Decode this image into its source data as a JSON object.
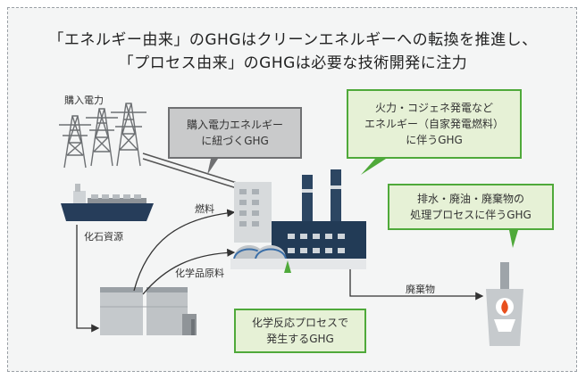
{
  "title": {
    "line1": "「エネルギー由来」のGHGはクリーンエネルギーへの転換を推進し、",
    "line2": "「プロセス由来」のGHGは必要な技術開発に注力"
  },
  "labels": {
    "purchased_power": "購入電力",
    "fossil": "化石資源",
    "fuel": "燃料",
    "chem_feedstock": "化学品原料",
    "waste": "廃棄物"
  },
  "callouts": {
    "purchased": [
      "購入電力エネルギー",
      "に紐づくGHG"
    ],
    "thermal": [
      "火力・コジェネ発電など",
      "エネルギー（自家発電燃料）",
      "に伴うGHG"
    ],
    "wastewater": [
      "排水・廃油・廃棄物の",
      "処理プロセスに伴うGHG"
    ],
    "chemical": [
      "化学反応プロセスで",
      "発生するGHG"
    ]
  },
  "colors": {
    "green_border": "#4fa93a",
    "green_fill": "#e6f1d6",
    "gray_border": "#6f7072",
    "gray_fill": "#c9cacb",
    "flame": "#e8501e"
  }
}
